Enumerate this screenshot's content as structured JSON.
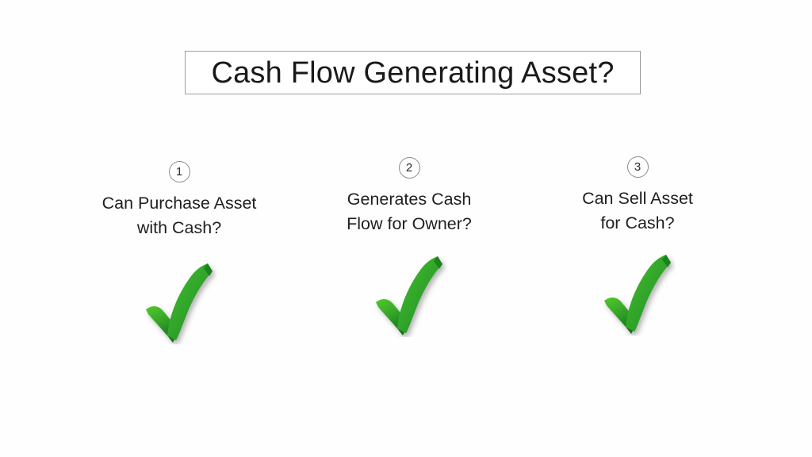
{
  "slide": {
    "title": "Cash Flow Generating Asset?",
    "background_color": "#ffffff",
    "title_border_color": "#9d9d9d",
    "text_color": "#1f1f1f"
  },
  "criteria": [
    {
      "number": "1",
      "label": "Can Purchase Asset\nwith Cash?",
      "mark": "check-mark",
      "mark_color": "#32a02c",
      "answer": "yes"
    },
    {
      "number": "2",
      "label": "Generates Cash\nFlow for Owner?",
      "mark": "check-mark",
      "mark_color": "#32a02c",
      "answer": "yes"
    },
    {
      "number": "3",
      "label": "Can Sell Asset\nfor Cash?",
      "mark": "check-mark",
      "mark_color": "#32a02c",
      "answer": "yes"
    }
  ]
}
